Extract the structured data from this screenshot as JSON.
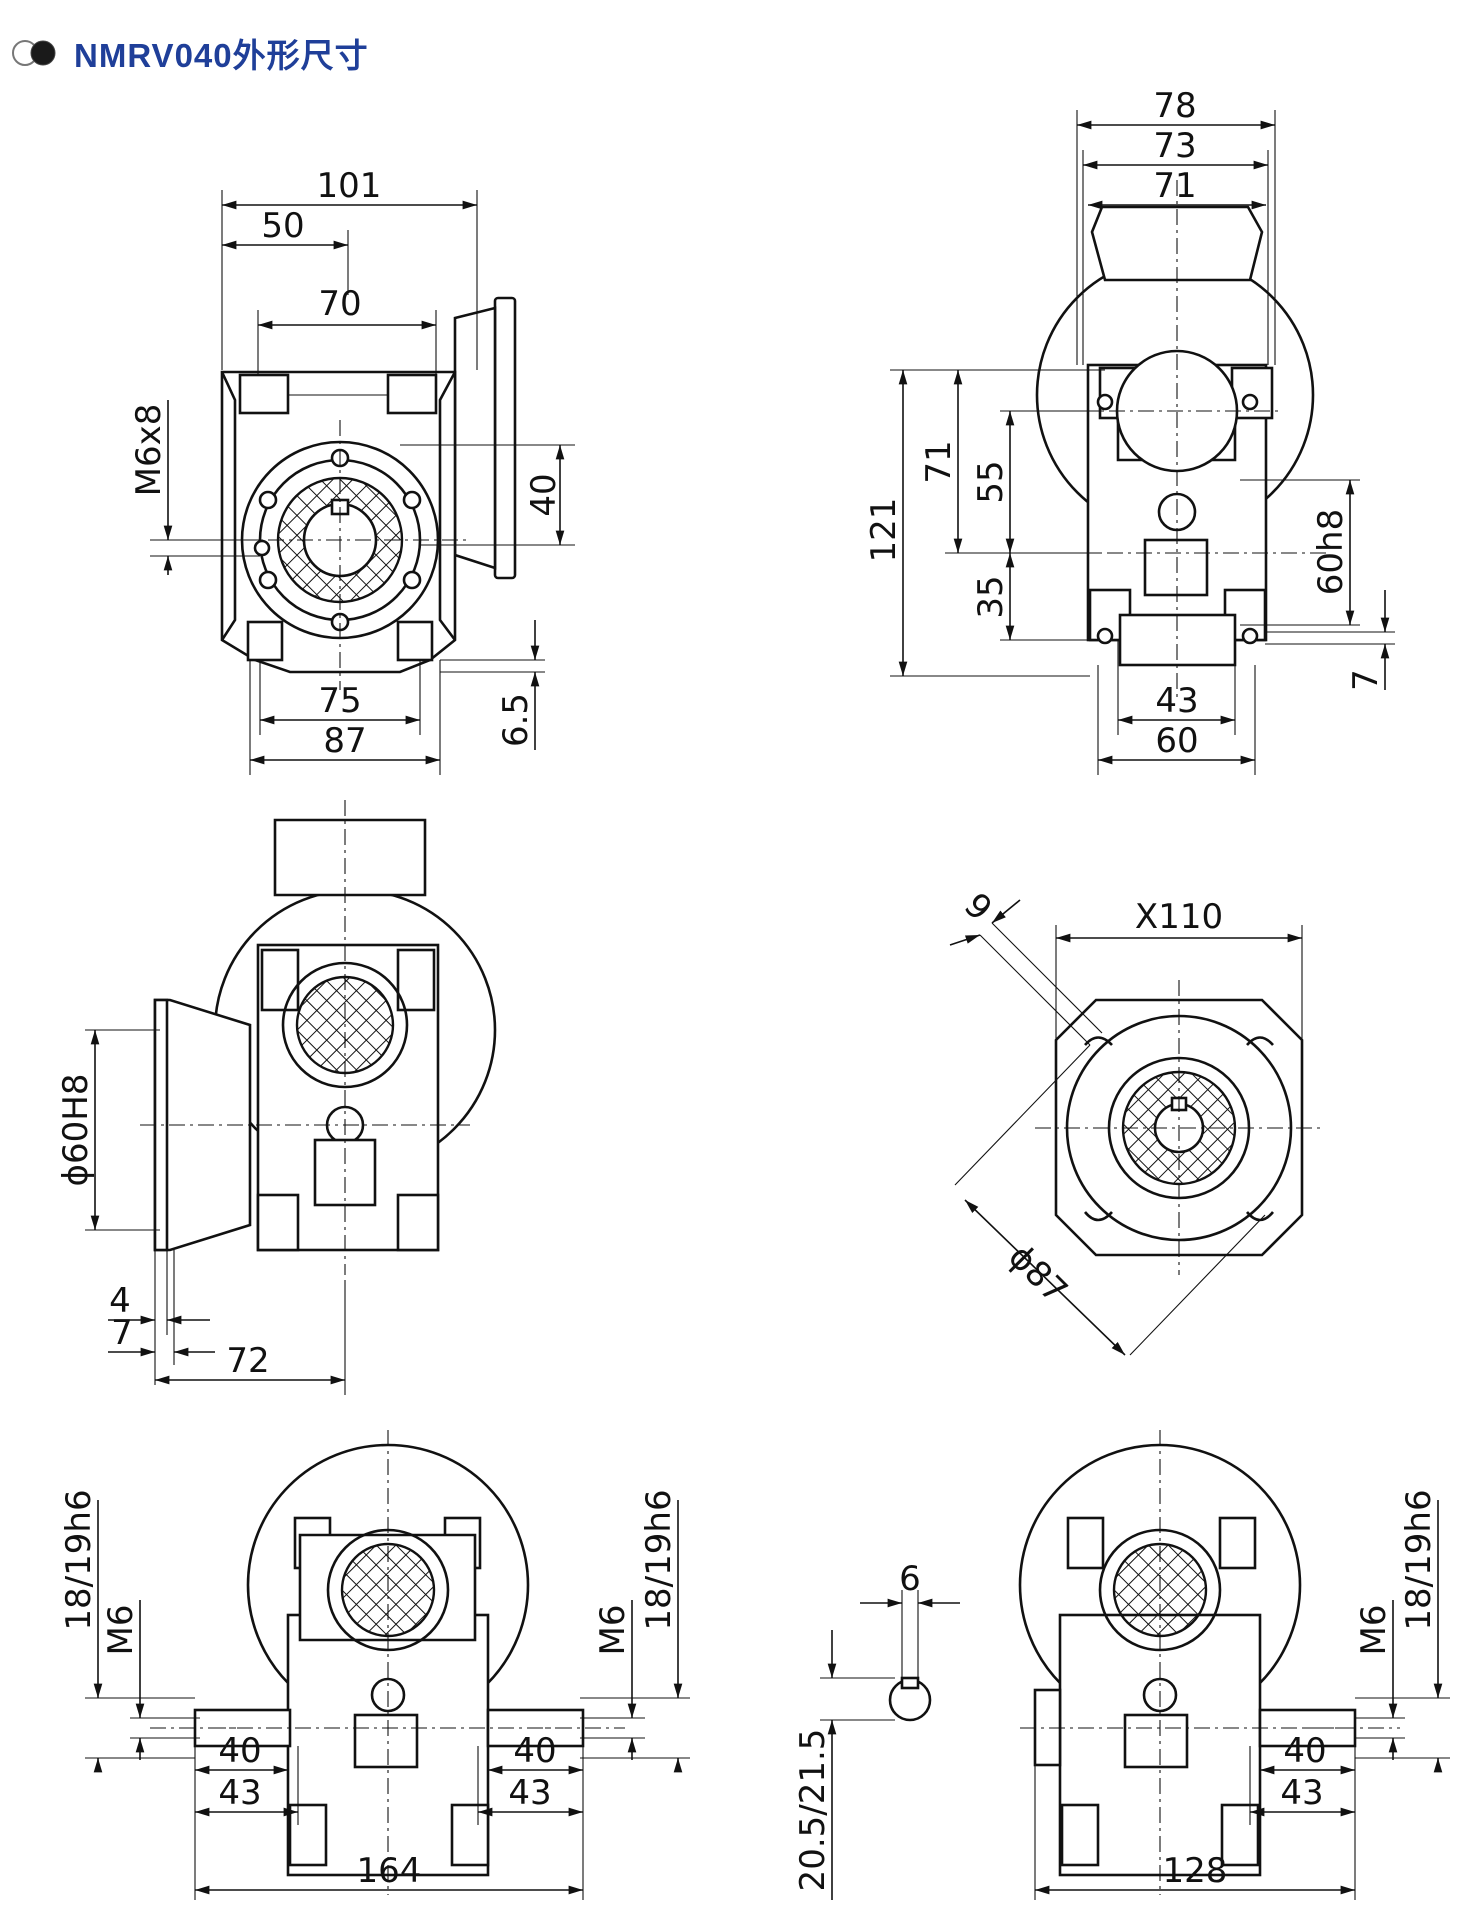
{
  "header": {
    "title": "NMRV040外形尺寸",
    "icon": "double-circle-icon",
    "accent": "#1f3f99"
  },
  "views": {
    "front": {
      "d101": "101",
      "d50": "50",
      "d70": "70",
      "d40": "40",
      "m6x8": "M6x8",
      "d75": "75",
      "d87": "87",
      "d6_5": "6.5"
    },
    "side": {
      "d78": "78",
      "d73": "73",
      "d71w": "71",
      "d121": "121",
      "d71h": "71",
      "d55": "55",
      "d35": "35",
      "d60h8": "60h8",
      "d7": "7",
      "d43": "43",
      "d60": "60"
    },
    "flange_side": {
      "phi60H8": "ϕ60H8",
      "d4": "4",
      "d7": "7",
      "d72": "72"
    },
    "flange_face": {
      "x110": "X110",
      "d9": "9",
      "phi87": "ϕ87"
    },
    "double_shaft": {
      "d18_19h6_left": "18/19h6",
      "m6_left": "M6",
      "d18_19h6_right": "18/19h6",
      "m6_right": "M6",
      "d40_left": "40",
      "d40_right": "40",
      "d43_left": "43",
      "d43_right": "43",
      "d164": "164"
    },
    "key_detail": {
      "d6": "6",
      "d20_5": "20.5/21.5"
    },
    "single_shaft": {
      "d18_19h6": "18/19h6",
      "m6": "M6",
      "d40": "40",
      "d43": "43",
      "d128": "128"
    }
  }
}
